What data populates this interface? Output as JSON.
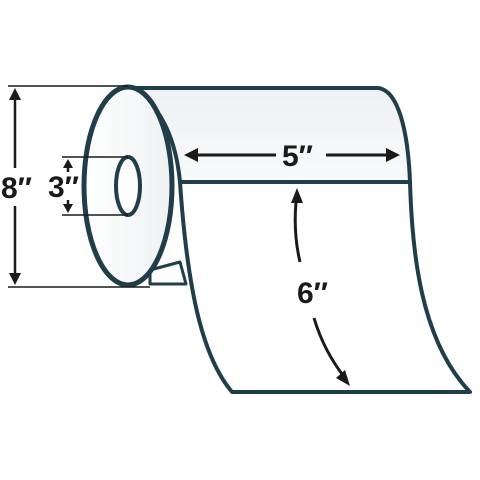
{
  "diagram": {
    "dimensions": {
      "roll_diameter": "8″",
      "core_diameter": "3″",
      "label_width": "5″",
      "label_length": "6″"
    }
  },
  "colors": {
    "outline": "#1f3e4a",
    "dimension_line": "#1a1a1a",
    "face_fill": "#ffffff",
    "top_shade": "#eef2f4"
  }
}
